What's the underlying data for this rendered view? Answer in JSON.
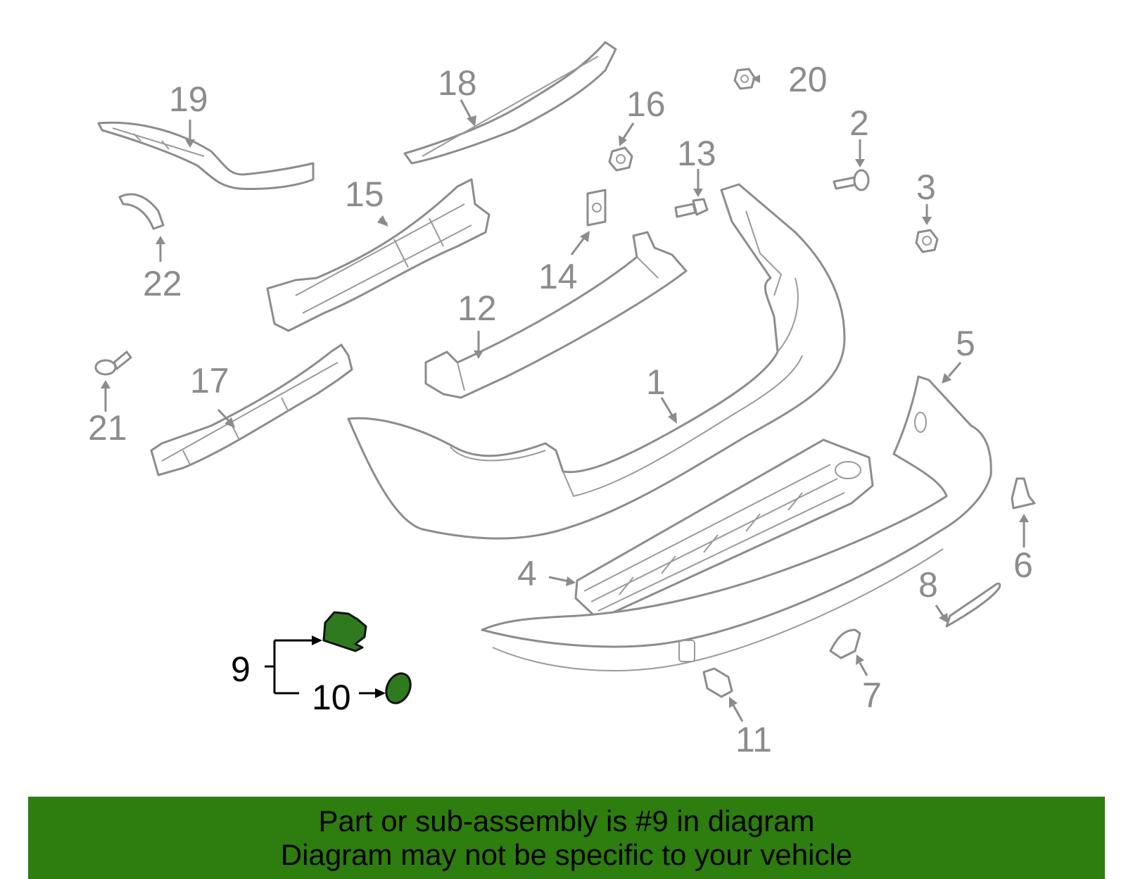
{
  "callouts": {
    "c1": "1",
    "c2": "2",
    "c3": "3",
    "c4": "4",
    "c5": "5",
    "c6": "6",
    "c7": "7",
    "c8": "8",
    "c9": "9",
    "c10": "10",
    "c11": "11",
    "c12": "12",
    "c13": "13",
    "c14": "14",
    "c15": "15",
    "c16": "16",
    "c17": "17",
    "c18": "18",
    "c19": "19",
    "c20": "20",
    "c21": "21",
    "c22": "22"
  },
  "highlight": {
    "part_number": "9",
    "color": "#2f7a1f"
  },
  "banner": {
    "background": "#2e7d0f",
    "line1": "Part or sub-assembly is #9 in diagram",
    "line2": "Diagram may not be specific to your vehicle"
  }
}
